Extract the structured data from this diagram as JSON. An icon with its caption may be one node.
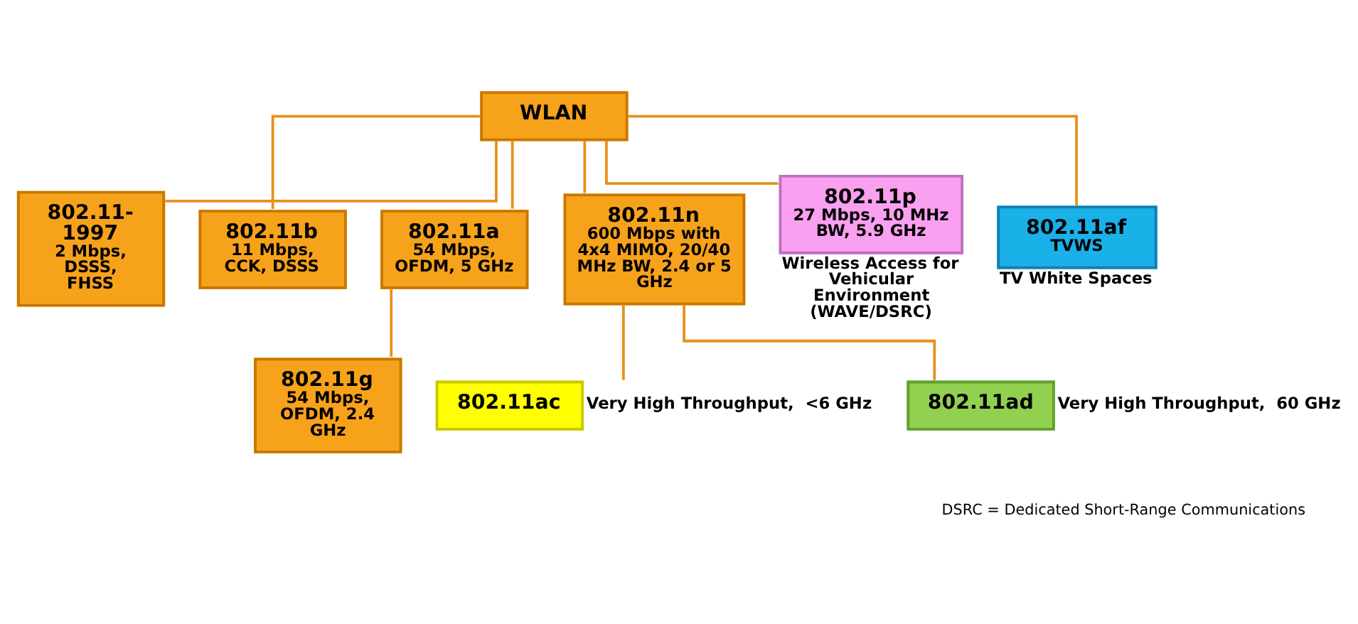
{
  "diagram": {
    "nodes": [
      {
        "text": [
          "WLAN"
        ]
      },
      {
        "text": [
          "802.11- 1997",
          "2 Mbps, DSSS, FHSS"
        ]
      },
      {
        "text": [
          "802.11b",
          "11 Mbps, CCK, DSSS"
        ]
      },
      {
        "text": [
          "802.11a",
          "54 Mbps, OFDM, 5 GHz"
        ]
      },
      {
        "text": [
          "802.11g",
          "54 Mbps, OFDM, 2.4 GHz"
        ]
      },
      {
        "text": [
          "802.11n",
          "600 Mbps with 4x4 MIMO, 20/40 MHz BW, 2.4 or 5 GHz"
        ]
      },
      {
        "text": [
          "802.11p",
          "27 Mbps, 10 MHz BW, 5.9 GHz"
        ],
        "beside": [
          "Wireless Access for Vehicular Environment (WAVE/DSRC)"
        ]
      },
      {
        "text": [
          "802.11af",
          "TVWS"
        ],
        "beside": [
          "TV White Spaces"
        ]
      },
      {
        "text": [
          "802.11ac"
        ],
        "beside": [
          "Very High Throughput,  <6 GHz"
        ]
      },
      {
        "text": [
          "802.11ad"
        ],
        "beside": [
          "Very High Throughput,  60 GHz"
        ]
      }
    ],
    "edges": [
      {
        "from": 0,
        "to": 1,
        "arrow": "none"
      },
      {
        "from": 0,
        "to": 2,
        "arrow": "none"
      },
      {
        "from": 0,
        "to": 3,
        "arrow": "none"
      },
      {
        "from": 0,
        "to": 5,
        "arrow": "none"
      },
      {
        "from": 0,
        "to": 6,
        "arrow": "none"
      },
      {
        "from": 0,
        "to": 7,
        "arrow": "none"
      },
      {
        "from": 3,
        "to": 4,
        "arrow": "none"
      },
      {
        "from": 5,
        "to": 8,
        "arrow": "none"
      },
      {
        "from": 5,
        "to": 9,
        "arrow": "none"
      }
    ],
    "labels": [
      "DSRC = Dedicated Short-Range Communications"
    ]
  }
}
